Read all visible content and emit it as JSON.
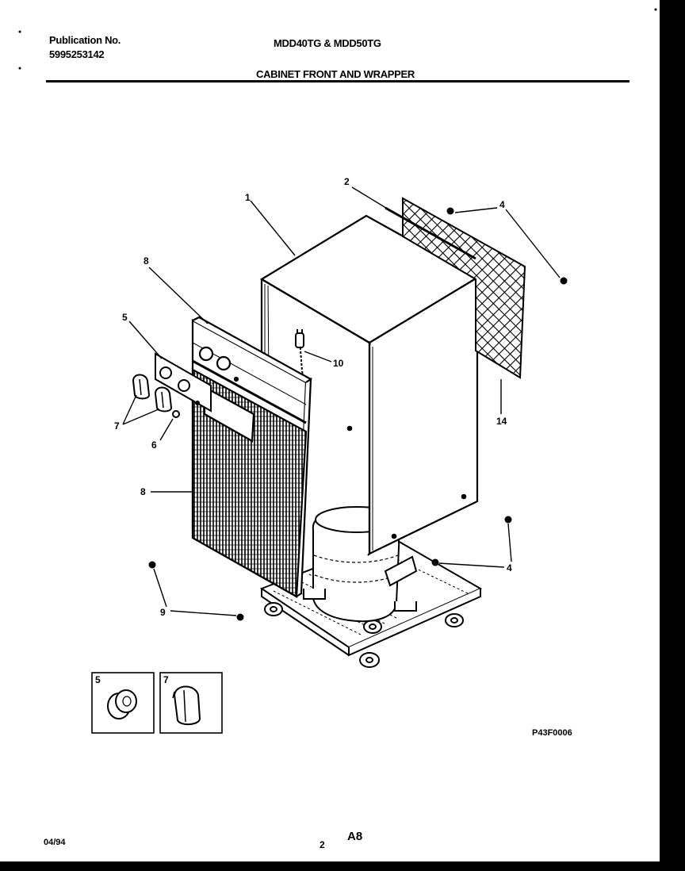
{
  "header": {
    "publication_label": "Publication No.",
    "publication_number": "5995253142",
    "models": "MDD40TG & MDD50TG",
    "section_title": "CABINET FRONT AND WRAPPER"
  },
  "callouts": {
    "c1": "1",
    "c2": "2",
    "c4_top": "4",
    "c4_bottom": "4",
    "c5": "5",
    "c6": "6",
    "c7": "7",
    "c8_top": "8",
    "c8_mid": "8",
    "c9": "9",
    "c10": "10",
    "c14": "14"
  },
  "insets": {
    "inset5_label": "5",
    "inset7_label": "7"
  },
  "figure_code": "P43F0006",
  "footer": {
    "date": "04/94",
    "page": "2",
    "section": "A8"
  }
}
